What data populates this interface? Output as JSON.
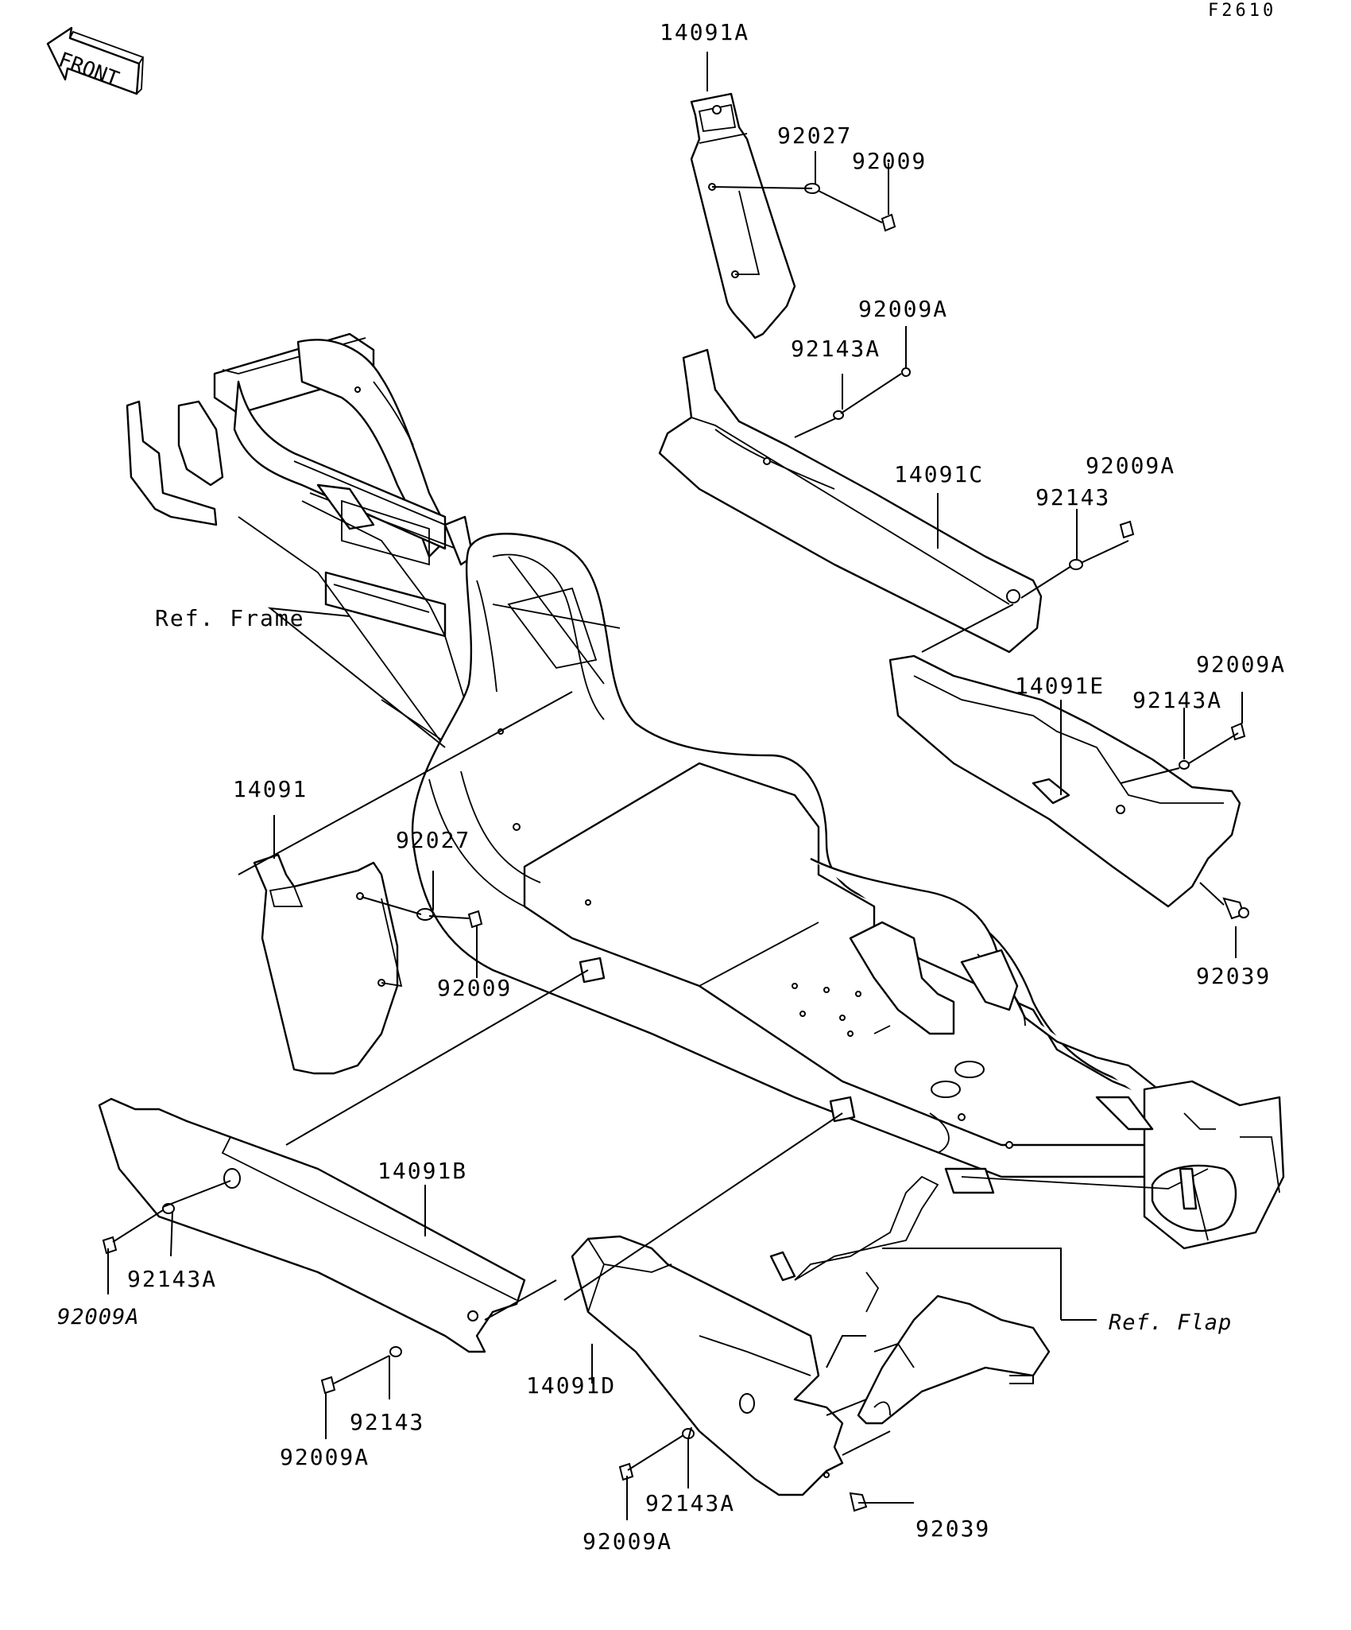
{
  "diagram": {
    "code": "F2610",
    "front_label": "FRONT",
    "labels": {
      "p14091A": "14091A",
      "p92027_top": "92027",
      "p92009_top": "92009",
      "p92009A_1": "92009A",
      "p92143A_1": "92143A",
      "p14091C": "14091C",
      "p92009A_2": "92009A",
      "p92143_1": "92143",
      "ref_frame": "Ref. Frame",
      "p92009A_3": "92009A",
      "p14091E": "14091E",
      "p92143A_2": "92143A",
      "p14091": "14091",
      "p92027_mid": "92027",
      "p92009_mid": "92009",
      "p92039_right": "92039",
      "p14091B": "14091B",
      "p92143A_3": "92143A",
      "p92009A_4": "92009A",
      "ref_flap": "Ref. Flap",
      "p14091D": "14091D",
      "p92143_2": "92143",
      "p92009A_5": "92009A",
      "p92143A_4": "92143A",
      "p92009A_6": "92009A",
      "p92039_bottom": "92039"
    }
  }
}
